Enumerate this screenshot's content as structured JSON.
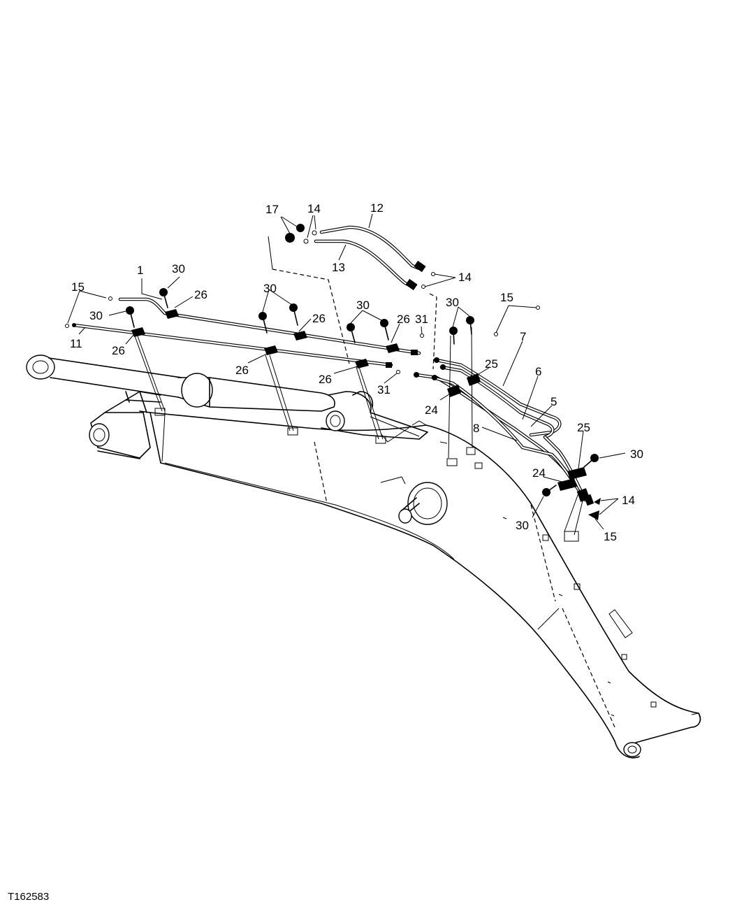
{
  "figure_id": "T162583",
  "callouts": {
    "c17": "17",
    "c14a": "14",
    "c12": "12",
    "c13": "13",
    "c14b": "14",
    "c1": "1",
    "c30a": "30",
    "c15a": "15",
    "c26a": "26",
    "c30b": "30",
    "c11": "11",
    "c26b": "26",
    "c30c": "30",
    "c26c": "26",
    "c26d": "26",
    "c30d": "30",
    "c26e": "26",
    "c31a": "31",
    "c26f": "26",
    "c31b": "31",
    "c30e": "30",
    "c15b": "15",
    "c7": "7",
    "c25a": "25",
    "c6": "6",
    "c5": "5",
    "c24a": "24",
    "c8": "8",
    "c25b": "25",
    "c30f": "30",
    "c24b": "24",
    "c14c": "14",
    "c30g": "30",
    "c15c": "15"
  }
}
